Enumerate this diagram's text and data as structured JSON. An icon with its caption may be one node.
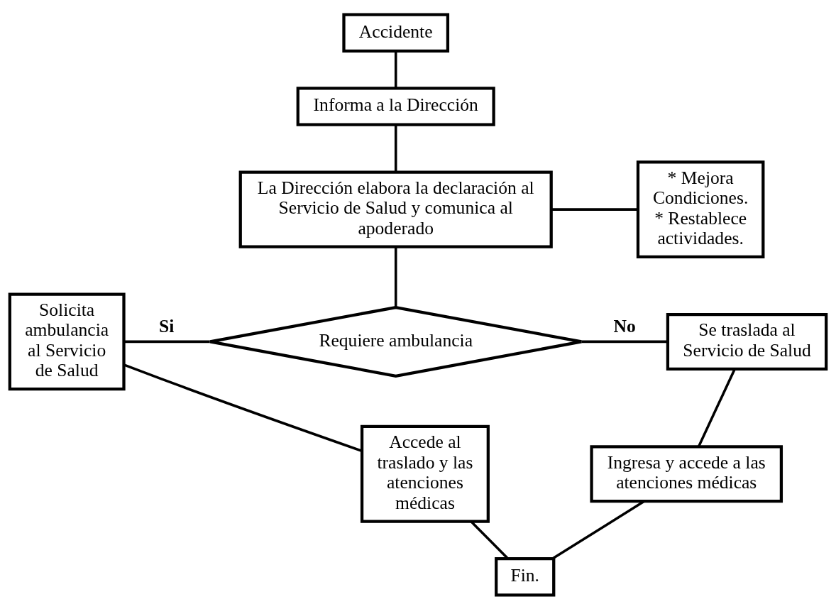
{
  "diagram": {
    "nodes": [
      {
        "text": [
          "Accidente"
        ]
      },
      {
        "text": [
          "Informa a la Dirección"
        ]
      },
      {
        "text": [
          "La Dirección elabora la declaración al Servicio de Salud y comunica al apoderado"
        ]
      },
      {
        "text": [
          "* Mejora Condiciones.",
          "* Restablece actividades."
        ]
      },
      {
        "text": [
          "Requiere ambulancia"
        ]
      },
      {
        "text": [
          "Solicita ambulancia al Servicio de Salud"
        ]
      },
      {
        "text": [
          "Se traslada al Servicio de Salud"
        ]
      },
      {
        "text": [
          "Accede al traslado y las atenciones médicas"
        ]
      },
      {
        "text": [
          "Ingresa y accede a las atenciones médicas"
        ]
      },
      {
        "text": [
          "Fin."
        ]
      }
    ],
    "edges": [
      {
        "from": 0,
        "to": 1,
        "arrow": "none"
      },
      {
        "from": 1,
        "to": 2,
        "arrow": "none"
      },
      {
        "from": 2,
        "to": 3,
        "arrow": "none"
      },
      {
        "from": 2,
        "to": 4,
        "arrow": "none"
      },
      {
        "from": 4,
        "to": 5,
        "arrow": "none",
        "label": "Si"
      },
      {
        "from": 4,
        "to": 6,
        "arrow": "none",
        "label": "No"
      },
      {
        "from": 5,
        "to": 7,
        "arrow": "none"
      },
      {
        "from": 6,
        "to": 8,
        "arrow": "none"
      },
      {
        "from": 7,
        "to": 9,
        "arrow": "none"
      },
      {
        "from": 8,
        "to": 9,
        "arrow": "none"
      }
    ]
  }
}
